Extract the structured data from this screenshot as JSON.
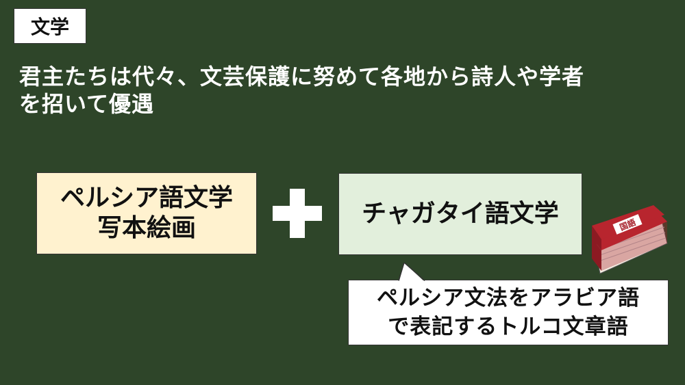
{
  "header": {
    "tag": "文学"
  },
  "lead_lines": [
    "君主たちは代々、文芸保護に努めて各地から詩人や学者",
    "を招いて優遇"
  ],
  "left_box": {
    "line1": "ペルシア語文学",
    "line2": "写本絵画"
  },
  "right_box": {
    "label": "チャガタイ語文学"
  },
  "callout": {
    "line1": "ペルシア文法をアラビア語",
    "line2": "で表記するトルコ文章語"
  },
  "book_icon": {
    "icon": "dictionary-book-icon",
    "label": "国語"
  },
  "colors": {
    "background": "#2e4529",
    "left_box": "#fff2cf",
    "right_box": "#e2efdc",
    "book": "#a6202a"
  }
}
